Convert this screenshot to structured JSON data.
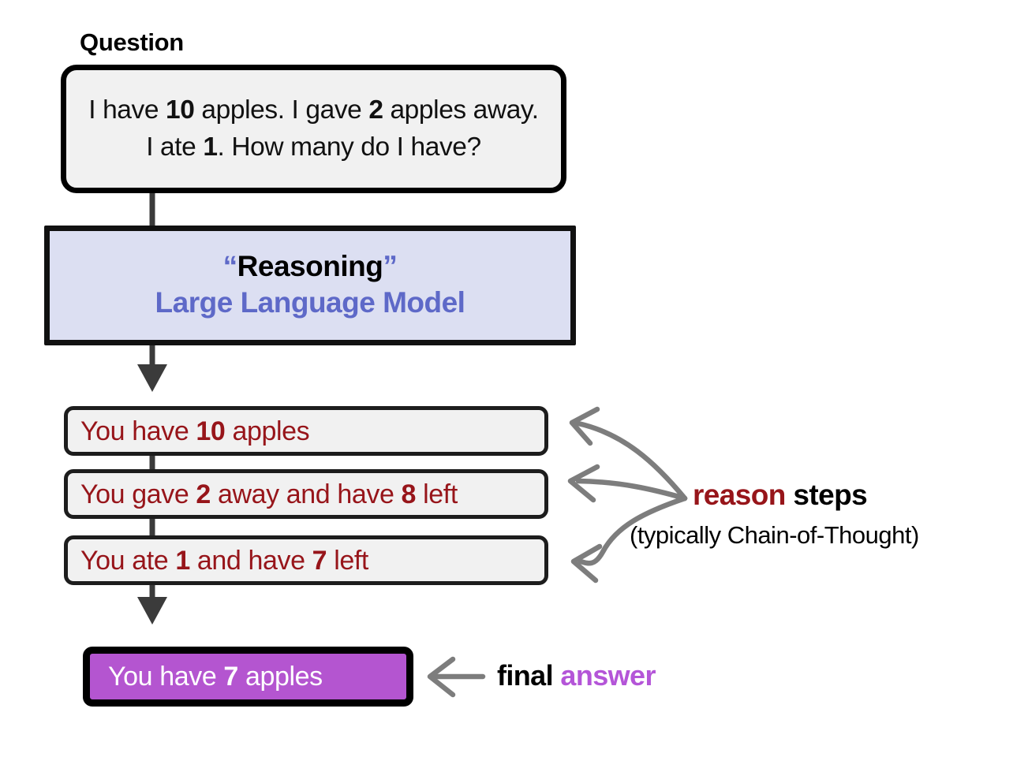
{
  "diagram": {
    "title": "Reasoning LLM Chain-of-Thought flow",
    "colors": {
      "box_fill": "#f1f1f1",
      "box_border": "#000000",
      "llm_fill": "#dcdff2",
      "llm_accent": "#5e69c8",
      "step_text": "#97151a",
      "answer_fill": "#b455d0",
      "answer_accent": "#b455d8",
      "connector": "#3b3b3b",
      "annotation_arrow": "#7d7d7d"
    }
  },
  "question": {
    "label": "Question",
    "text_parts": [
      {
        "t": "I have ",
        "bold": false
      },
      {
        "t": "10",
        "bold": true
      },
      {
        "t": " apples. I gave ",
        "bold": false
      },
      {
        "t": "2",
        "bold": true
      },
      {
        "t": " apples away. I ate ",
        "bold": false
      },
      {
        "t": "1",
        "bold": true
      },
      {
        "t": ". How many do I have?",
        "bold": false
      }
    ],
    "text_plain": "I have 10 apples. I gave 2 apples away. I ate 1. How many do I have?"
  },
  "llm": {
    "quote_open": "“",
    "quote_close": "”",
    "line1": "Reasoning",
    "line2": "Large Language Model"
  },
  "steps": [
    {
      "text_plain": "You have 10 apples",
      "parts": [
        {
          "t": "You have ",
          "bold": false
        },
        {
          "t": "10",
          "bold": true
        },
        {
          "t": " apples",
          "bold": false
        }
      ]
    },
    {
      "text_plain": "You gave 2 away and have 8 left",
      "parts": [
        {
          "t": "You gave ",
          "bold": false
        },
        {
          "t": "2",
          "bold": true
        },
        {
          "t": " away and have ",
          "bold": false
        },
        {
          "t": "8",
          "bold": true
        },
        {
          "t": " left",
          "bold": false
        }
      ]
    },
    {
      "text_plain": "You ate 1 and have 7 left",
      "parts": [
        {
          "t": "You ate ",
          "bold": false
        },
        {
          "t": "1",
          "bold": true
        },
        {
          "t": " and have ",
          "bold": false
        },
        {
          "t": "7",
          "bold": true
        },
        {
          "t": " left",
          "bold": false
        }
      ]
    }
  ],
  "answer": {
    "text_plain": "You have 7 apples",
    "parts": [
      {
        "t": "You have ",
        "bold": false
      },
      {
        "t": "7",
        "bold": true
      },
      {
        "t": " apples",
        "bold": false
      }
    ]
  },
  "annotations": {
    "reason_steps": {
      "keyword": "reason",
      "tail": " steps",
      "note": "(typically Chain-of-Thought)"
    },
    "final_answer": {
      "keyword": "final",
      "highlight": " answer"
    }
  }
}
